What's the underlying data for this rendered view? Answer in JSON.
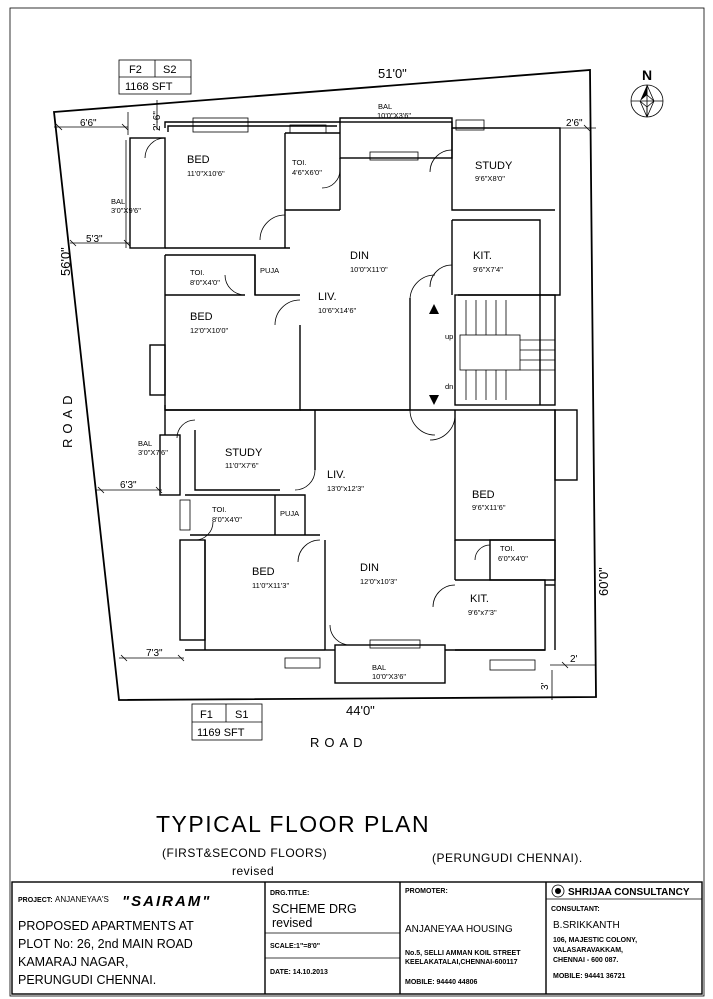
{
  "plot": {
    "dim_top": "51'0\"",
    "dim_bottom": "44'0\"",
    "dim_left": "56'0\"",
    "dim_right": "60'0\"",
    "setback_top_left": "6'6\"",
    "setback_top_right": "2'6\"",
    "setback_top_vertical": "2'-6\"",
    "setback_left_upper": "5'3\"",
    "setback_left_lower": "6'3\"",
    "setback_bottom_left": "7'3\"",
    "setback_bottom_right": "2'",
    "setback_bottom_vertical": "3'",
    "road_left": "ROAD",
    "road_bottom": "ROAD",
    "north": "N"
  },
  "flat_top": {
    "tag_f": "F2",
    "tag_s": "S2",
    "area": "1168  SFT"
  },
  "flat_bottom": {
    "tag_f": "F1",
    "tag_s": "S1",
    "area": "1169  SFT"
  },
  "rooms": {
    "bal_top": "BAL",
    "bal_top_dim": "10'0\"X3'6\"",
    "bed1": "BED",
    "bed1_dim": "11'0\"X10'6\"",
    "toi1": "TOI.",
    "toi1_dim": "4'6\"X6'0\"",
    "study1": "STUDY",
    "study1_dim": "9'6\"X8'0\"",
    "bal_left1": "BAL",
    "bal_left1_dim": "3'0\"X9'6\"",
    "din1": "DIN",
    "din1_dim": "10'0\"X11'0\"",
    "kit1": "KIT.",
    "kit1_dim": "9'6\"X7'4\"",
    "toi2": "TOI.",
    "toi2_dim": "8'0\"X4'0\"",
    "puja1": "PUJA",
    "liv1": "LIV.",
    "liv1_dim": "10'6\"X14'6\"",
    "bed2": "BED",
    "bed2_dim": "12'0\"X10'0\"",
    "up": "up",
    "dn": "dn",
    "bal_left2": "BAL",
    "bal_left2_dim": "3'0\"X7'6\"",
    "study2": "STUDY",
    "study2_dim": "11'0\"X7'6\"",
    "liv2": "LIV.",
    "liv2_dim": "13'0\"x12'3\"",
    "bed3": "BED",
    "bed3_dim": "9'6\"X11'6\"",
    "toi3": "TOI.",
    "toi3_dim": "8'0\"X4'0\"",
    "puja2": "PUJA",
    "toi4": "TOI.",
    "toi4_dim": "6'0\"X4'0\"",
    "bed4": "BED",
    "bed4_dim": "11'0\"X11'3\"",
    "din2": "DIN",
    "din2_dim": "12'0\"x10'3\"",
    "kit2": "KIT.",
    "kit2_dim": "9'6\"x7'3\"",
    "bal_bottom": "BAL",
    "bal_bottom_dim": "10'0\"X3'6\""
  },
  "heading": {
    "title": "TYPICAL  FLOOR  PLAN",
    "floors": "(FIRST&SECOND  FLOORS)",
    "revised": "revised",
    "location": "(PERUNGUDI  CHENNAI)."
  },
  "title_block": {
    "project_label": "PROJECT:",
    "project_owner": "ANJANEYAA'S",
    "project_name": "\"SAIRAM\"",
    "desc_line1": "PROPOSED APARTMENTS AT",
    "desc_line2": "PLOT No: 26, 2nd MAIN ROAD",
    "desc_line3": "KAMARAJ NAGAR,",
    "desc_line4": "PERUNGUDI CHENNAI.",
    "drg_title_label": "DRG.TITLE:",
    "drg_title": "SCHEME DRG",
    "drg_revised": "revised",
    "scale": "SCALE:1\"=8'0\"",
    "date": "DATE: 14.10.2013",
    "promoter_label": "PROMOTER:",
    "promoter_name": "ANJANEYAA HOUSING",
    "promoter_addr1": "No.5, SELLI AMMAN KOIL STREET",
    "promoter_addr2": "KEELAKATALAI,CHENNAI-600117",
    "promoter_mobile": "MOBILE: 94440 44806",
    "consultancy": "SHRIJAA CONSULTANCY",
    "consultant_label": "CONSULTANT:",
    "consultant_name": "B.SRIKKANTH",
    "consultant_addr1": "106, MAJESTIC COLONY,",
    "consultant_addr2": "VALASARAVAKKAM,",
    "consultant_addr3": "CHENNAI  -  600 087.",
    "consultant_mobile": "MOBILE: 94441 36721"
  }
}
